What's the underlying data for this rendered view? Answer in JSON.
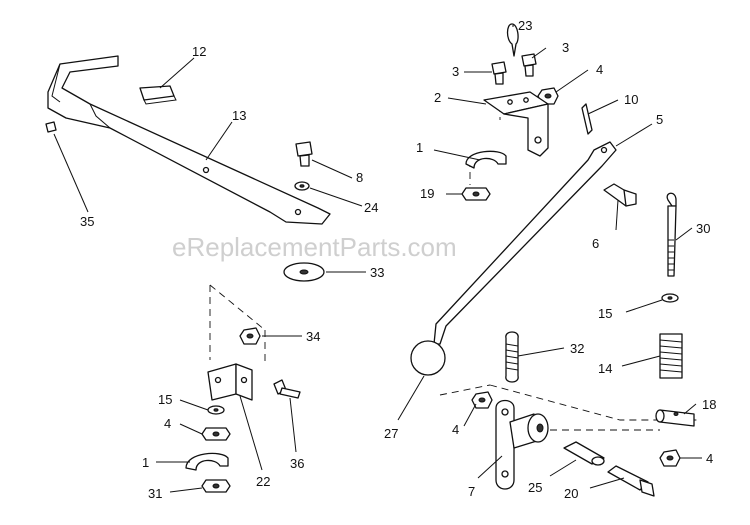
{
  "watermark": "eReplacementParts.com",
  "callouts": [
    {
      "id": "c12",
      "text": "12"
    },
    {
      "id": "c13",
      "text": "13"
    },
    {
      "id": "c35",
      "text": "35"
    },
    {
      "id": "c8",
      "text": "8"
    },
    {
      "id": "c24",
      "text": "24"
    },
    {
      "id": "c33",
      "text": "33"
    },
    {
      "id": "c34",
      "text": "34"
    },
    {
      "id": "c15a",
      "text": "15"
    },
    {
      "id": "c4a",
      "text": "4"
    },
    {
      "id": "c1a",
      "text": "1"
    },
    {
      "id": "c31",
      "text": "31"
    },
    {
      "id": "c22",
      "text": "22"
    },
    {
      "id": "c36",
      "text": "36"
    },
    {
      "id": "c23",
      "text": "23"
    },
    {
      "id": "c3a",
      "text": "3"
    },
    {
      "id": "c3b",
      "text": "3"
    },
    {
      "id": "c4b",
      "text": "4"
    },
    {
      "id": "c2",
      "text": "2"
    },
    {
      "id": "c10",
      "text": "10"
    },
    {
      "id": "c5",
      "text": "5"
    },
    {
      "id": "c1b",
      "text": "1"
    },
    {
      "id": "c19",
      "text": "19"
    },
    {
      "id": "c6",
      "text": "6"
    },
    {
      "id": "c30",
      "text": "30"
    },
    {
      "id": "c15b",
      "text": "15"
    },
    {
      "id": "c32",
      "text": "32"
    },
    {
      "id": "c14",
      "text": "14"
    },
    {
      "id": "c27",
      "text": "27"
    },
    {
      "id": "c4c",
      "text": "4"
    },
    {
      "id": "c18",
      "text": "18"
    },
    {
      "id": "c4d",
      "text": "4"
    },
    {
      "id": "c7",
      "text": "7"
    },
    {
      "id": "c25",
      "text": "25"
    },
    {
      "id": "c20",
      "text": "20"
    }
  ]
}
